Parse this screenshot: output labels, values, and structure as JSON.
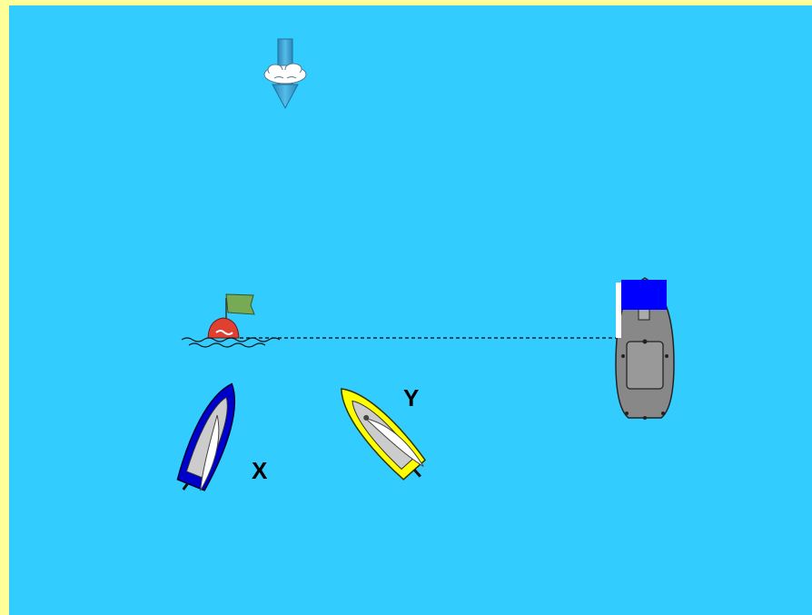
{
  "diagram": {
    "colors": {
      "border": "#ffff99",
      "water": "#33ccff",
      "wind_arrow": "#3399cc",
      "mark_buoy": "#e04030",
      "mark_flag": "#77aa55",
      "boat_x_hull": "#0000cc",
      "boat_y_hull": "#ffff00",
      "committee_boat_hull": "#888888",
      "committee_flag": "#0000ff",
      "start_line": "#000000"
    },
    "wind": {
      "icon": "wind-arrow-icon",
      "direction": "down"
    },
    "start_line": {
      "style": "dashed"
    },
    "boats": [
      {
        "id": "boat-x",
        "label": "X",
        "hull_color": "#0000cc",
        "icon": "sailboat-icon"
      },
      {
        "id": "boat-y",
        "label": "Y",
        "hull_color": "#ffff00",
        "icon": "sailboat-icon"
      }
    ],
    "committee_boat": {
      "icon": "committee-boat-icon",
      "flag_color": "#0000ff"
    },
    "mark": {
      "icon": "buoy-icon",
      "flag": "flag-icon"
    }
  }
}
